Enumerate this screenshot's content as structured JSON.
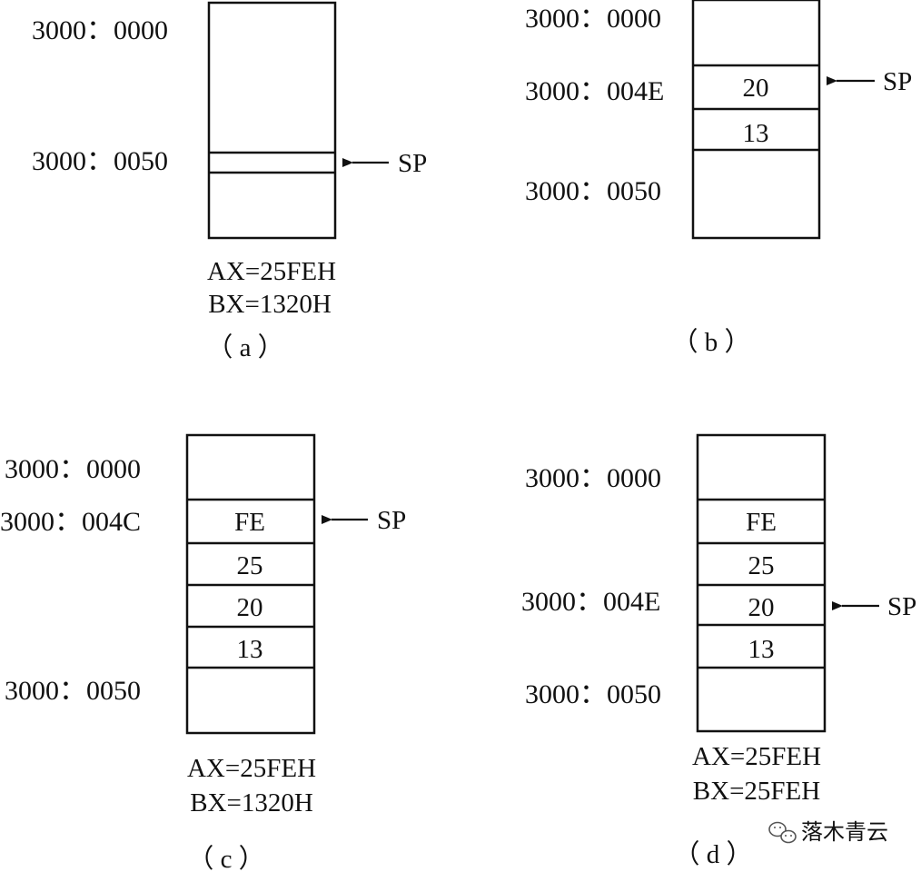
{
  "pointer_label": "SP",
  "watermark": {
    "text": "落木青云",
    "icon": "wechat-icon"
  },
  "panels": {
    "a": {
      "caption": "（ a ）",
      "addresses": [
        "3000：0000",
        "3000：0050"
      ],
      "cells": [],
      "registers": [
        "AX=25FEH",
        "BX=1320H"
      ]
    },
    "b": {
      "caption": "（ b ）",
      "addresses": [
        "3000：0000",
        "3000：004E",
        "3000：0050"
      ],
      "cells": [
        "20",
        "13"
      ],
      "registers": []
    },
    "c": {
      "caption": "（ c ）",
      "addresses": [
        "3000：0000",
        "3000：004C",
        "3000：0050"
      ],
      "cells": [
        "FE",
        "25",
        "20",
        "13"
      ],
      "registers": [
        "AX=25FEH",
        "BX=1320H"
      ]
    },
    "d": {
      "caption": "（ d ）",
      "addresses": [
        "3000：0000",
        "3000：004E",
        "3000：0050"
      ],
      "cells": [
        "FE",
        "25",
        "20",
        "13"
      ],
      "registers": [
        "AX=25FEH",
        "BX=25FEH"
      ]
    }
  }
}
